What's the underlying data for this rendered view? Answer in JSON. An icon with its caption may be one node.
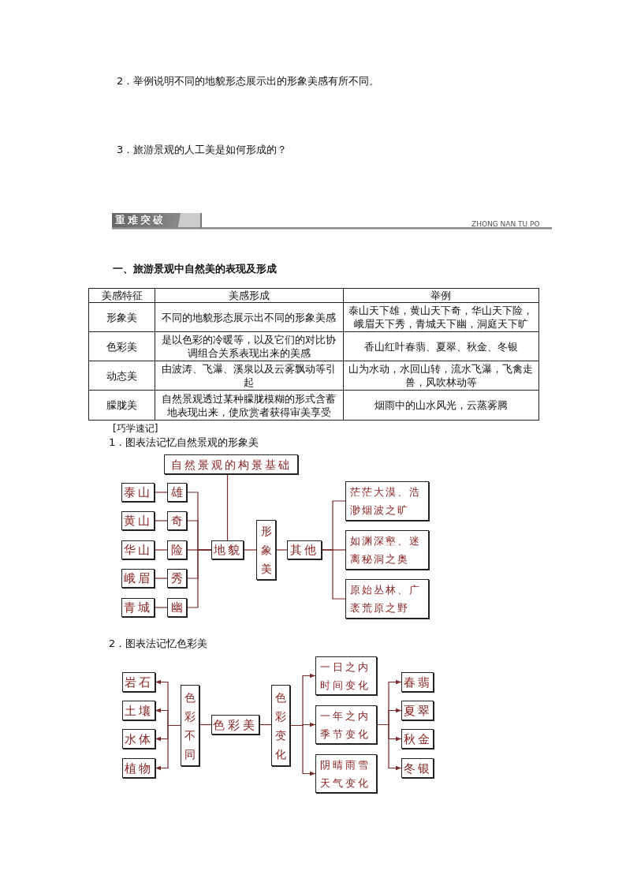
{
  "diagram": {
    "nodes": [
      {
        "text": [
          "自然景观的构景基础"
        ]
      },
      {
        "text": [
          "泰山"
        ]
      },
      {
        "text": [
          "雄"
        ]
      },
      {
        "text": [
          "黄山"
        ]
      },
      {
        "text": [
          "奇"
        ]
      },
      {
        "text": [
          "华山"
        ]
      },
      {
        "text": [
          "险"
        ]
      },
      {
        "text": [
          "峨眉"
        ]
      },
      {
        "text": [
          "秀"
        ]
      },
      {
        "text": [
          "青城"
        ]
      },
      {
        "text": [
          "幽"
        ]
      },
      {
        "text": [
          "地貌"
        ]
      },
      {
        "text": [
          "形象美"
        ]
      },
      {
        "text": [
          "其他"
        ]
      },
      {
        "text": [
          "茫茫大漠、浩渺烟波之旷"
        ]
      },
      {
        "text": [
          "如渊深壑、迷离秘洞之奥"
        ]
      },
      {
        "text": [
          "原始丛林、广袤荒原之野"
        ]
      },
      {
        "text": [
          "岩石"
        ]
      },
      {
        "text": [
          "土壤"
        ]
      },
      {
        "text": [
          "水体"
        ]
      },
      {
        "text": [
          "植物"
        ]
      },
      {
        "text": [
          "色彩不同"
        ]
      },
      {
        "text": [
          "色彩美"
        ]
      },
      {
        "text": [
          "色彩变化"
        ]
      },
      {
        "text": [
          "一日之内时间变化"
        ]
      },
      {
        "text": [
          "一年之内季节变化"
        ]
      },
      {
        "text": [
          "阴晴雨雪天气变化"
        ]
      },
      {
        "text": [
          "春翡"
        ]
      },
      {
        "text": [
          "夏翠"
        ]
      },
      {
        "text": [
          "秋金"
        ]
      },
      {
        "text": [
          "冬银"
        ]
      }
    ],
    "edges": [
      {
        "from": 1,
        "to": 2,
        "arrow": "none"
      },
      {
        "from": 3,
        "to": 4,
        "arrow": "none"
      },
      {
        "from": 5,
        "to": 6,
        "arrow": "none"
      },
      {
        "from": 7,
        "to": 8,
        "arrow": "none"
      },
      {
        "from": 9,
        "to": 10,
        "arrow": "none"
      },
      {
        "from": 2,
        "to": 11,
        "arrow": "none"
      },
      {
        "from": 4,
        "to": 11,
        "arrow": "none"
      },
      {
        "from": 6,
        "to": 11,
        "arrow": "none"
      },
      {
        "from": 8,
        "to": 11,
        "arrow": "none"
      },
      {
        "from": 10,
        "to": 11,
        "arrow": "none"
      },
      {
        "from": 0,
        "to": 11,
        "arrow": "none"
      },
      {
        "from": 11,
        "to": 12,
        "arrow": "none"
      },
      {
        "from": 12,
        "to": 13,
        "arrow": "none"
      },
      {
        "from": 13,
        "to": 14,
        "arrow": "none"
      },
      {
        "from": 13,
        "to": 15,
        "arrow": "none"
      },
      {
        "from": 13,
        "to": 16,
        "arrow": "none"
      },
      {
        "from": 22,
        "to": 21,
        "arrow": "none"
      },
      {
        "from": 21,
        "to": 17,
        "arrow": "to"
      },
      {
        "from": 21,
        "to": 18,
        "arrow": "to"
      },
      {
        "from": 21,
        "to": 19,
        "arrow": "to"
      },
      {
        "from": 21,
        "to": 20,
        "arrow": "to"
      },
      {
        "from": 22,
        "to": 23,
        "arrow": "none"
      },
      {
        "from": 23,
        "to": 24,
        "arrow": "to"
      },
      {
        "from": 23,
        "to": 25,
        "arrow": "to"
      },
      {
        "from": 23,
        "to": 26,
        "arrow": "to"
      },
      {
        "from": 25,
        "to": 27,
        "arrow": "to"
      },
      {
        "from": 25,
        "to": 28,
        "arrow": "to"
      },
      {
        "from": 25,
        "to": 29,
        "arrow": "to"
      },
      {
        "from": 25,
        "to": 30,
        "arrow": "to"
      }
    ],
    "labels": [
      "2．举例说明不同的地貌形态展示出的形象美感有所不同。",
      "3．旅游景观的人工美是如何形成的？",
      "重难突破",
      "ZHONG NAN TU PO",
      "一、旅游景观中自然美的表现及形成",
      "美感特征",
      "美感形成",
      "举例",
      "形象美",
      "不同的地貌形态展示出不同的形象美感",
      "泰山天下雄，黄山天下奇，华山天下险，峨眉天下秀，青城天下幽，洞庭天下旷",
      "色彩美",
      "是以色彩的冷暖等，以及它们的对比协调组合关系表现出来的美感",
      "香山红叶春翡、夏翠、秋金、冬银",
      "动态美",
      "由波涛、飞瀑、溪泉以及云雾飘动等引起",
      "山为水动，水回山转，流水飞瀑，飞禽走兽，风吹林动等",
      "朦胧美",
      "自然景观透过某种朦胧模糊的形式含蓄地表现出来，使欣赏者获得审美享受",
      "烟雨中的山水风光，云蒸雾腾",
      "[巧学速记]",
      "1．图表法记忆自然景观的形象美",
      "2．图表法记忆色彩美"
    ]
  }
}
